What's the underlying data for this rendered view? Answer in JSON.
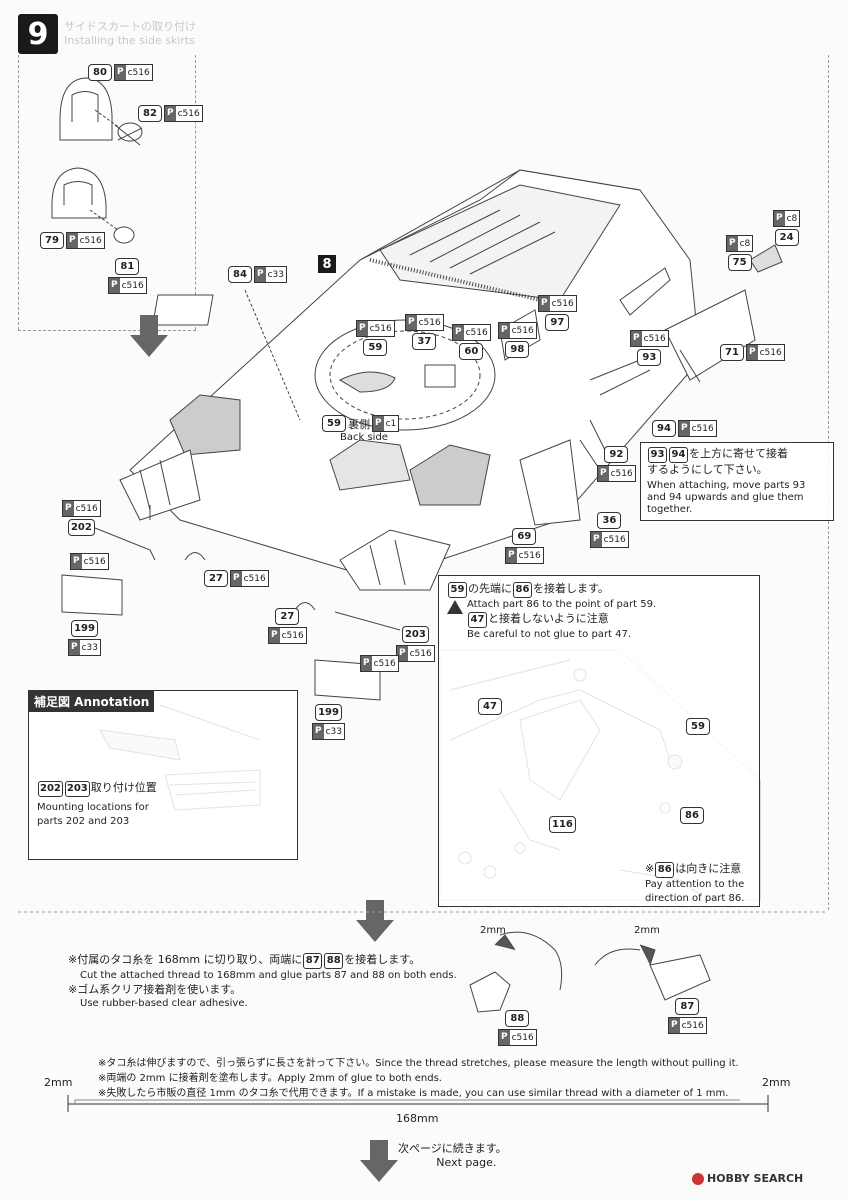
{
  "step_number": "9",
  "sub_step_number": "8",
  "faint_heading_jp": "サイドスカートの取り付け",
  "faint_heading_en": "Installing the side skirts",
  "left_parts": {
    "p80": {
      "num": "80",
      "ref": "c516"
    },
    "p82": {
      "num": "82",
      "ref": "c516"
    },
    "p79": {
      "num": "79",
      "ref": "c516"
    },
    "p81": {
      "num": "81",
      "ref": "c516"
    }
  },
  "main_parts": {
    "p84": {
      "num": "84",
      "ref": "c33"
    },
    "p59": {
      "num": "59",
      "ref": "c516"
    },
    "p37": {
      "num": "37",
      "ref": "c516"
    },
    "p60": {
      "num": "60",
      "ref": "c516"
    },
    "p98": {
      "num": "98",
      "ref": "c516"
    },
    "p97": {
      "num": "97",
      "ref": "c516"
    },
    "p59_back": {
      "num": "59",
      "ref": "c1",
      "jp": "裏側",
      "en": "Back side"
    },
    "p93": {
      "num": "93",
      "ref": "c516"
    },
    "p94": {
      "num": "94",
      "ref": "c516"
    },
    "p71": {
      "num": "71",
      "ref": "c516"
    },
    "p75": {
      "num": "75",
      "ref": "c8"
    },
    "p24": {
      "num": "24",
      "ref": "c8"
    },
    "p92": {
      "num": "92",
      "ref": "c516"
    },
    "p36": {
      "num": "36",
      "ref": "c516"
    },
    "p69": {
      "num": "69",
      "ref": "c516"
    },
    "p202": {
      "num": "202",
      "ref": "c516"
    },
    "p27a": {
      "num": "27",
      "ref": "c516"
    },
    "p199a": {
      "num": "199",
      "ref": "c33"
    },
    "p27b": {
      "num": "27",
      "ref": "c516"
    },
    "p203": {
      "num": "203",
      "ref": "c516"
    },
    "p199b": {
      "num": "199",
      "ref": "c33"
    }
  },
  "note_93_94": {
    "num_a": "93",
    "num_b": "94",
    "jp_1": "を上方に寄せて接着",
    "jp_2": "するようにして下さい。",
    "en": "When attaching, move parts 93 and 94 upwards and glue them together."
  },
  "detail_box": {
    "num_a": "59",
    "jp_1a": "の先端に",
    "num_b": "86",
    "jp_1b": "を接着します。",
    "en_1": "Attach part 86 to the point of part 59.",
    "num_c": "47",
    "jp_2": "と接着しないように注意",
    "en_2": "Be careful to not glue to part 47.",
    "label_47": "47",
    "label_59": "59",
    "label_86": "86",
    "label_116": "116",
    "note_mark": "※",
    "note_num": "86",
    "note_jp": "は向きに注意",
    "note_en_1": "Pay attention to the",
    "note_en_2": "direction of part 86."
  },
  "annotation_box": {
    "title": "補足図 Annotation",
    "num_a": "202",
    "num_b": "203",
    "jp": "取り付け位置",
    "en_1": "Mounting locations for",
    "en_2": "parts 202 and 203"
  },
  "thread_section": {
    "line1_mark": "※付属のタコ糸を 168mm に切り取り、両端に",
    "num_a": "87",
    "num_b": "88",
    "line1_end": "を接着します。",
    "line1_en": "Cut the attached thread to 168mm and glue parts 87 and 88 on both ends.",
    "line2_jp": "※ゴム系クリア接着剤を使います。",
    "line2_en": "Use rubber-based clear adhesive.",
    "label_2mm_a": "2mm",
    "label_2mm_b": "2mm",
    "p88": {
      "num": "88",
      "ref": "c516"
    },
    "p87": {
      "num": "87",
      "ref": "c516"
    },
    "note_1": "※タコ糸は伸びますので、引っ張らずに長さを計って下さい。Since the thread stretches, please measure the length without pulling it.",
    "note_2": "※両端の 2mm に接着剤を塗布します。Apply 2mm of glue to both ends.",
    "note_3": "※失敗したら市販の直径 1mm のタコ糸で代用できます。If a mistake is made, you can use similar thread with a diameter of 1 mm.",
    "dim_left": "2mm",
    "dim_right": "2mm",
    "dim_total": "168mm"
  },
  "next_page": {
    "jp": "次ページに続きます。",
    "en": "Next page."
  },
  "watermark": "HOBBY SEARCH",
  "ref_prefix": "P"
}
